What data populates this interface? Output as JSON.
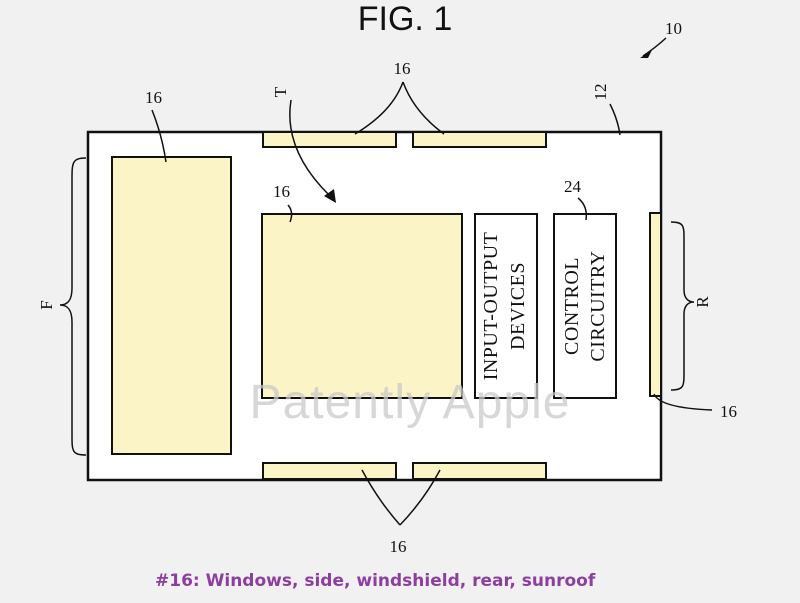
{
  "figure": {
    "title": "FIG. 1",
    "ref_10": "10",
    "ref_12": "12",
    "ref_16": "16",
    "ref_24": "24",
    "label_T": "T",
    "label_F": "F",
    "label_R": "R",
    "io_line1": "INPUT-OUTPUT",
    "io_line2": "DEVICES",
    "cc_line1": "CONTROL",
    "cc_line2": "CIRCUITRY"
  },
  "watermark": "Patently Apple",
  "caption": "#16: Windows, side, windshield, rear, sunroof",
  "colors": {
    "window_fill": "#fbf4c6",
    "caption": "#8d3fa0",
    "background": "#f1f1f1"
  }
}
